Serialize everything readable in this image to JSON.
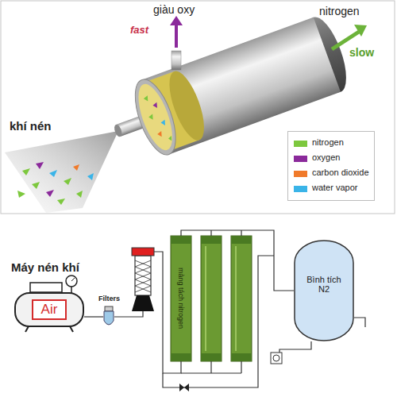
{
  "diagram": {
    "nodes": [
      {
        "text": [
          "Máy nén khí",
          "Air"
        ]
      },
      {
        "text": [
          "Filters"
        ]
      },
      {
        "text": [
          "màng tách nitrogen"
        ]
      },
      {
        "text": [
          "Bình tích N2"
        ]
      }
    ],
    "edges": [
      {
        "from": 0,
        "to": 1,
        "arrow": "none"
      },
      {
        "from": 1,
        "to": 2,
        "arrow": "none"
      },
      {
        "from": 2,
        "to": 3,
        "arrow": "none"
      }
    ],
    "labels": [
      "giàu oxy",
      "fast",
      "nitrogen",
      "slow",
      "khí nén"
    ],
    "legend": [
      {
        "text": "nitrogen",
        "color": "#7dc83e"
      },
      {
        "text": "oxygen",
        "color": "#8b2a9b"
      },
      {
        "text": "carbon dioxide",
        "color": "#f07a2a"
      },
      {
        "text": "water vapor",
        "color": "#3ab4e8"
      }
    ]
  }
}
